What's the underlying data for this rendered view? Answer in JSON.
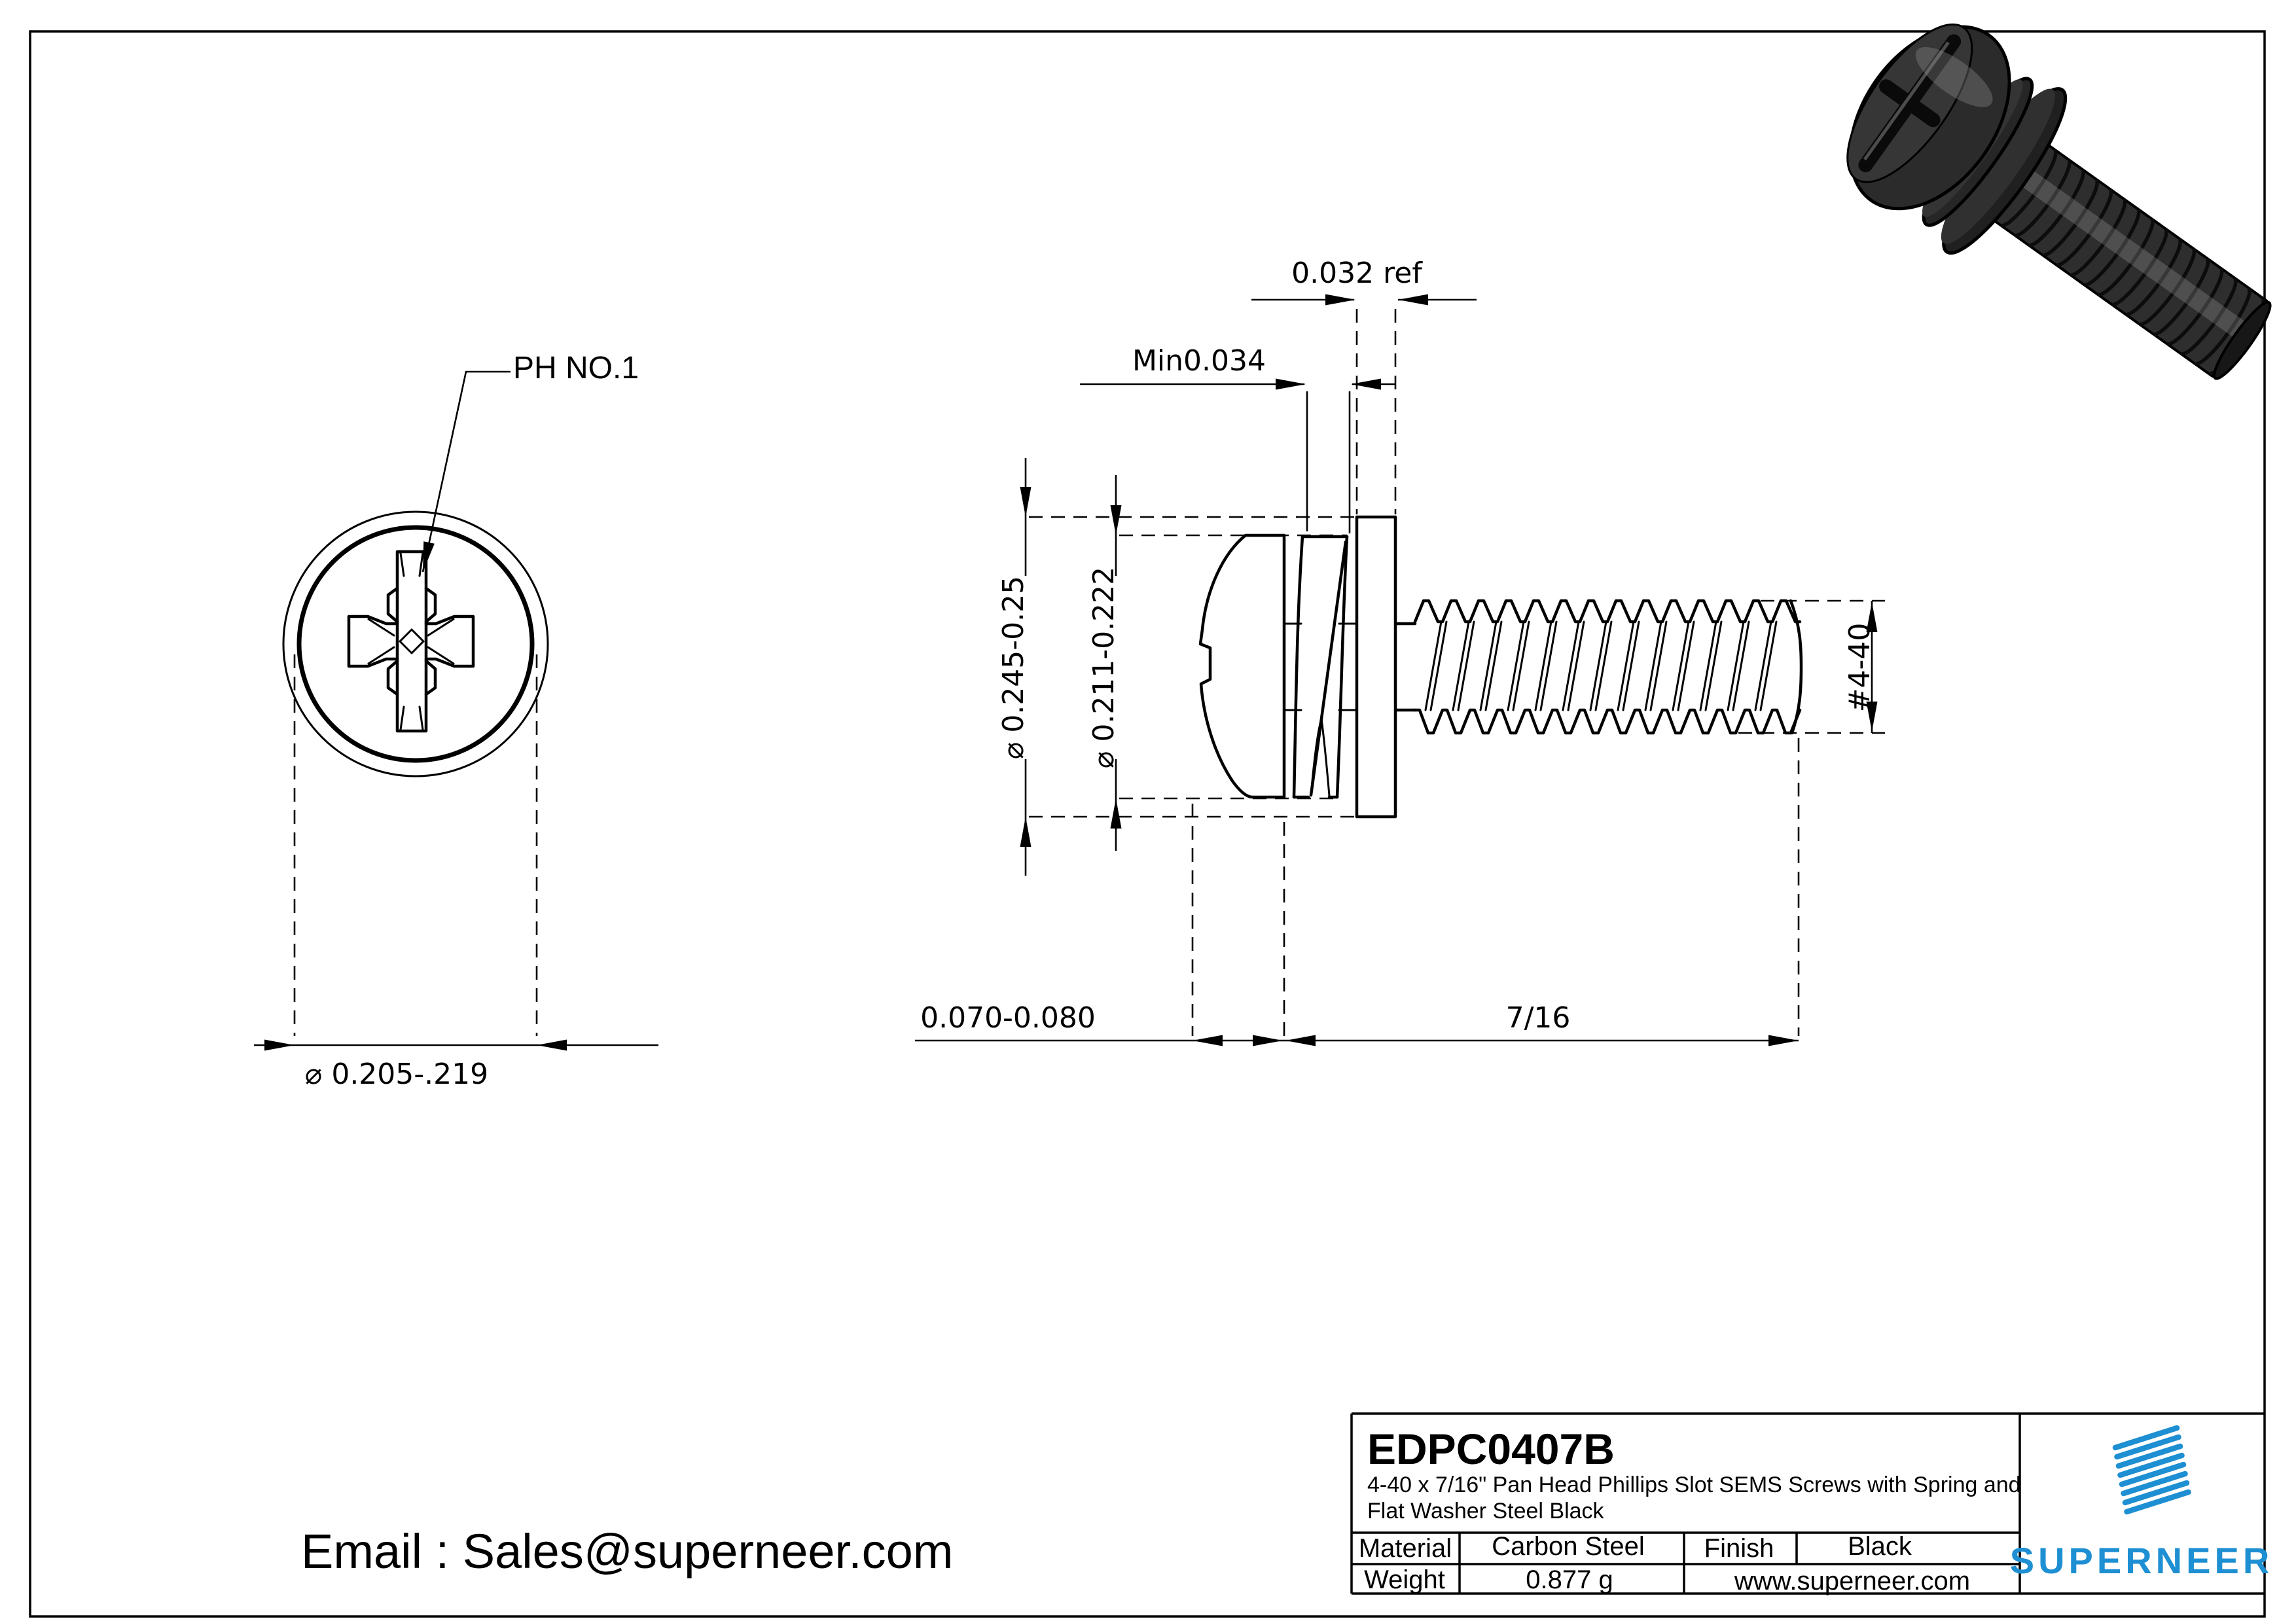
{
  "sheet": {
    "background": "#ffffff",
    "line_color": "#000000"
  },
  "top_view": {
    "callout": "PH NO.1",
    "head_diameter": "⌀ 0.205-.219"
  },
  "side_view": {
    "flat_washer_thickness": "0.032 ref",
    "spring_washer_min": "Min0.034",
    "washer_od": "⌀ 0.245-0.25",
    "head_od": "⌀ 0.211-0.222",
    "head_height": "0.070-0.080",
    "thread_length": "7/16",
    "thread_size": "#4-40"
  },
  "footer": {
    "email": "Email : Sales@superneer.com"
  },
  "title_block": {
    "part_number": "EDPC0407B",
    "description_line1": "4-40 x 7/16\" Pan Head Phillips Slot SEMS Screws with Spring and",
    "description_line2": "Flat Washer Steel Black",
    "material_label": "Material",
    "material_value": "Carbon Steel",
    "finish_label": "Finish",
    "finish_value": "Black",
    "weight_label": "Weight",
    "weight_value": "0.877 g",
    "website": "www.superneer.com",
    "brand": "SUPERNEER",
    "brand_color": "#1d8fd2",
    "link_color": "#1f7dc4"
  }
}
